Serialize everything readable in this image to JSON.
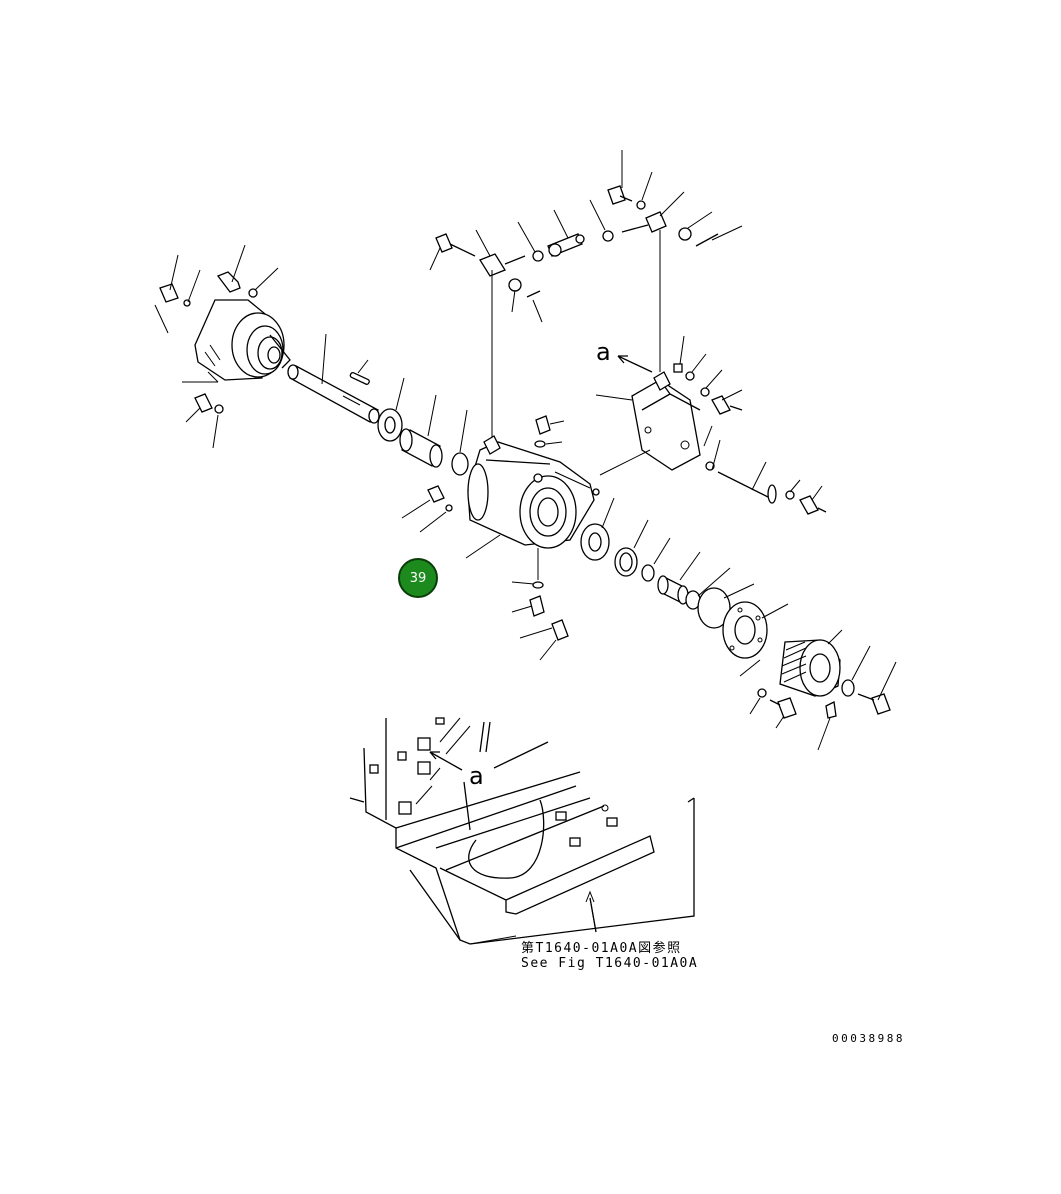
{
  "diagram": {
    "callout_number": "39",
    "view_marker": "a",
    "reference_jp": "第T1640-01A0A図参照",
    "reference_en": "See Fig T1640-01A0A",
    "drawing_number": "00038988",
    "callout_color": "#1d8a1d"
  }
}
